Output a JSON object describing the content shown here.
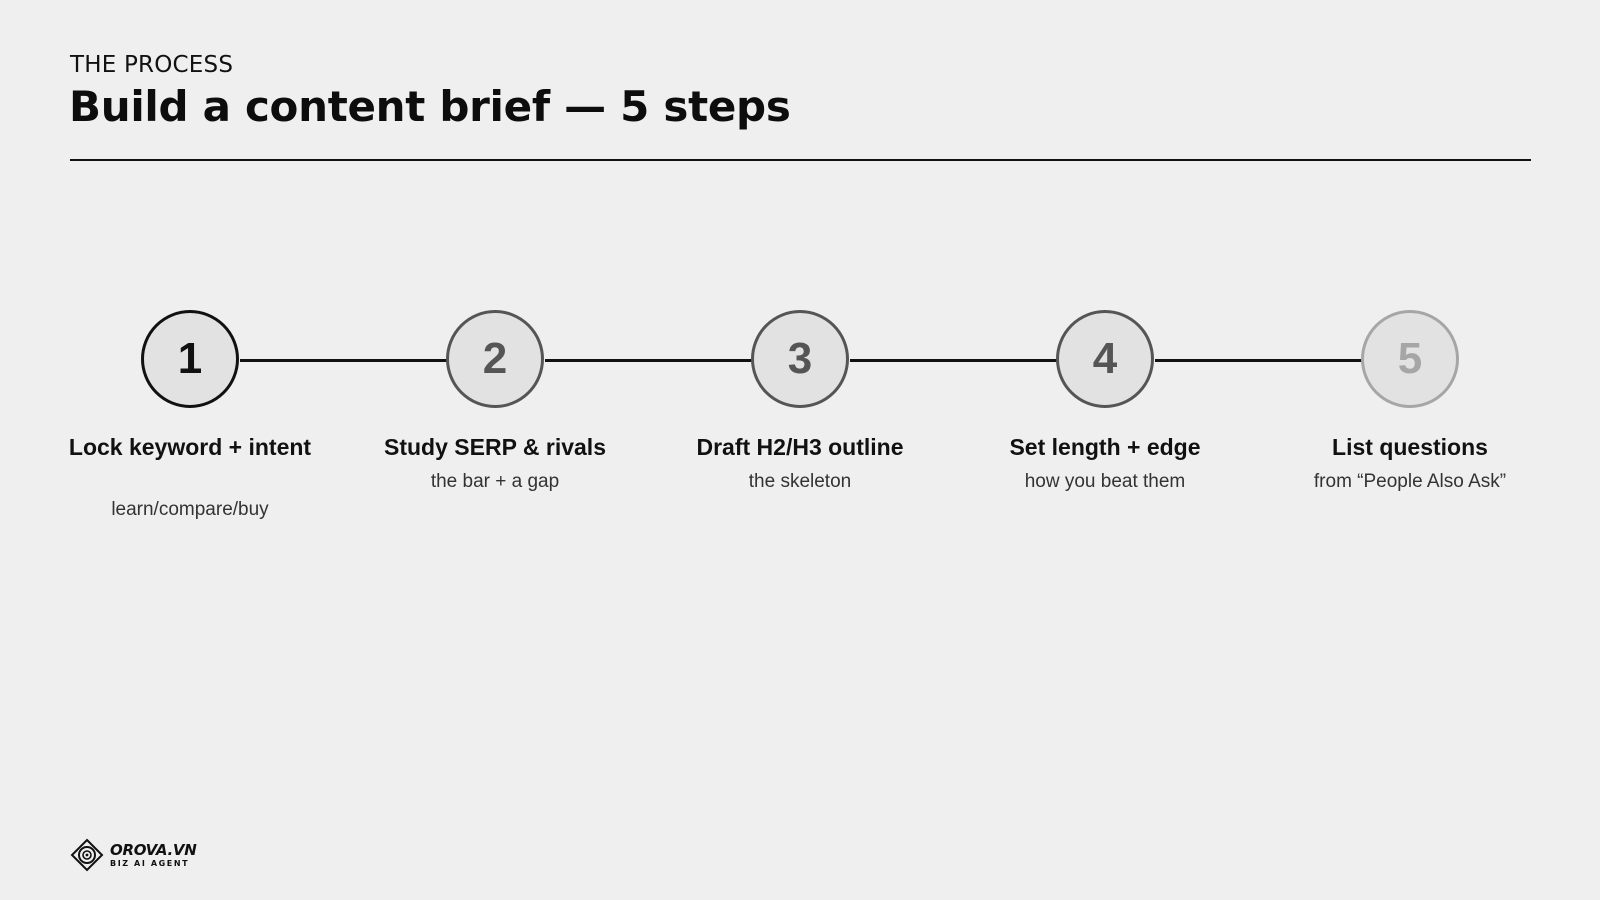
{
  "header": {
    "eyebrow": "THE PROCESS",
    "title": "Build a content brief — 5 steps"
  },
  "steps": [
    {
      "number": "1",
      "title": "Lock keyword + intent",
      "subtitle": "learn/compare/buy"
    },
    {
      "number": "2",
      "title": "Study SERP & rivals",
      "subtitle": "the bar + a gap"
    },
    {
      "number": "3",
      "title": "Draft H2/H3 outline",
      "subtitle": "the skeleton"
    },
    {
      "number": "4",
      "title": "Set length + edge",
      "subtitle": "how you beat them"
    },
    {
      "number": "5",
      "title": "List questions",
      "subtitle": "from “People Also Ask”"
    }
  ],
  "footer": {
    "logo_name": "OROVA.VN",
    "logo_tagline": "BIZ AI AGENT"
  },
  "colors": {
    "background": "#efefef",
    "ink": "#111111",
    "step_1": "#111111",
    "step_2": "#555555",
    "step_3": "#555555",
    "step_4": "#555555",
    "step_5": "#a6a6a6"
  }
}
